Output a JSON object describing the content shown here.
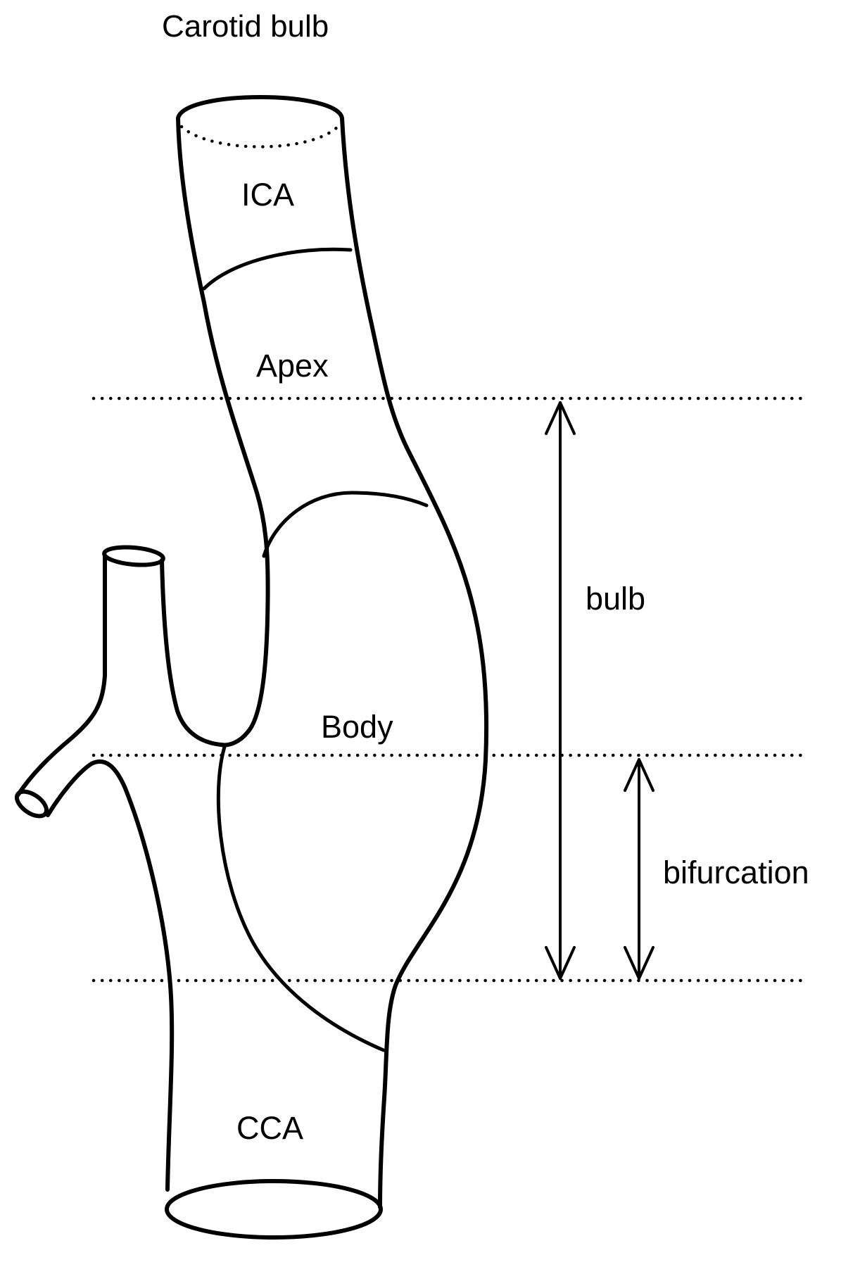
{
  "title": "Carotid bulb",
  "labels": {
    "ica": "ICA",
    "apex": "Apex",
    "body": "Body",
    "cca": "CCA",
    "bulb": "bulb",
    "bifurcation": "bifurcation"
  }
}
